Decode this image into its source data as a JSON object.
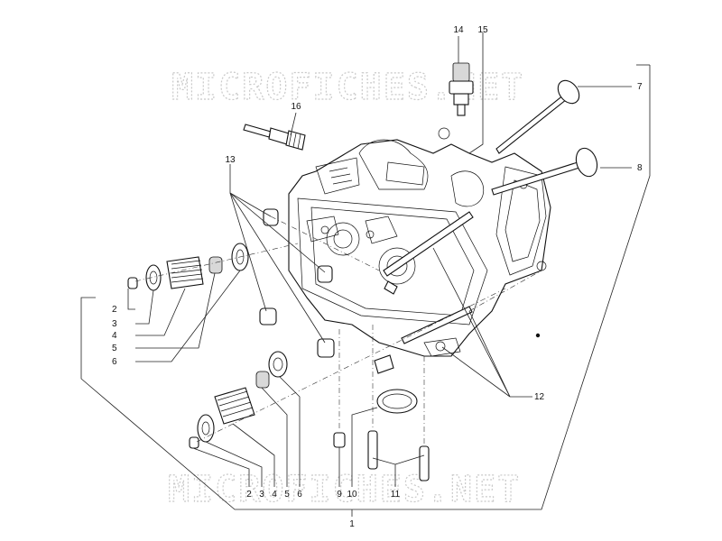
{
  "watermark": {
    "top": "MICROFICHES.NET",
    "bottom": "MICROFICHES.NET"
  },
  "callouts": {
    "c1": "1",
    "c2_upper": "2",
    "c3_upper": "3",
    "c4_upper": "4",
    "c5_upper": "5",
    "c6_upper": "6",
    "c2_lower": "2",
    "c3_lower": "3",
    "c4_lower": "4",
    "c5_lower": "5",
    "c6_lower": "6",
    "c7": "7",
    "c8": "8",
    "c9": "9",
    "c10": "10",
    "c11": "11",
    "c12": "12",
    "c13": "13",
    "c14": "14",
    "c15": "15",
    "c16": "16"
  }
}
